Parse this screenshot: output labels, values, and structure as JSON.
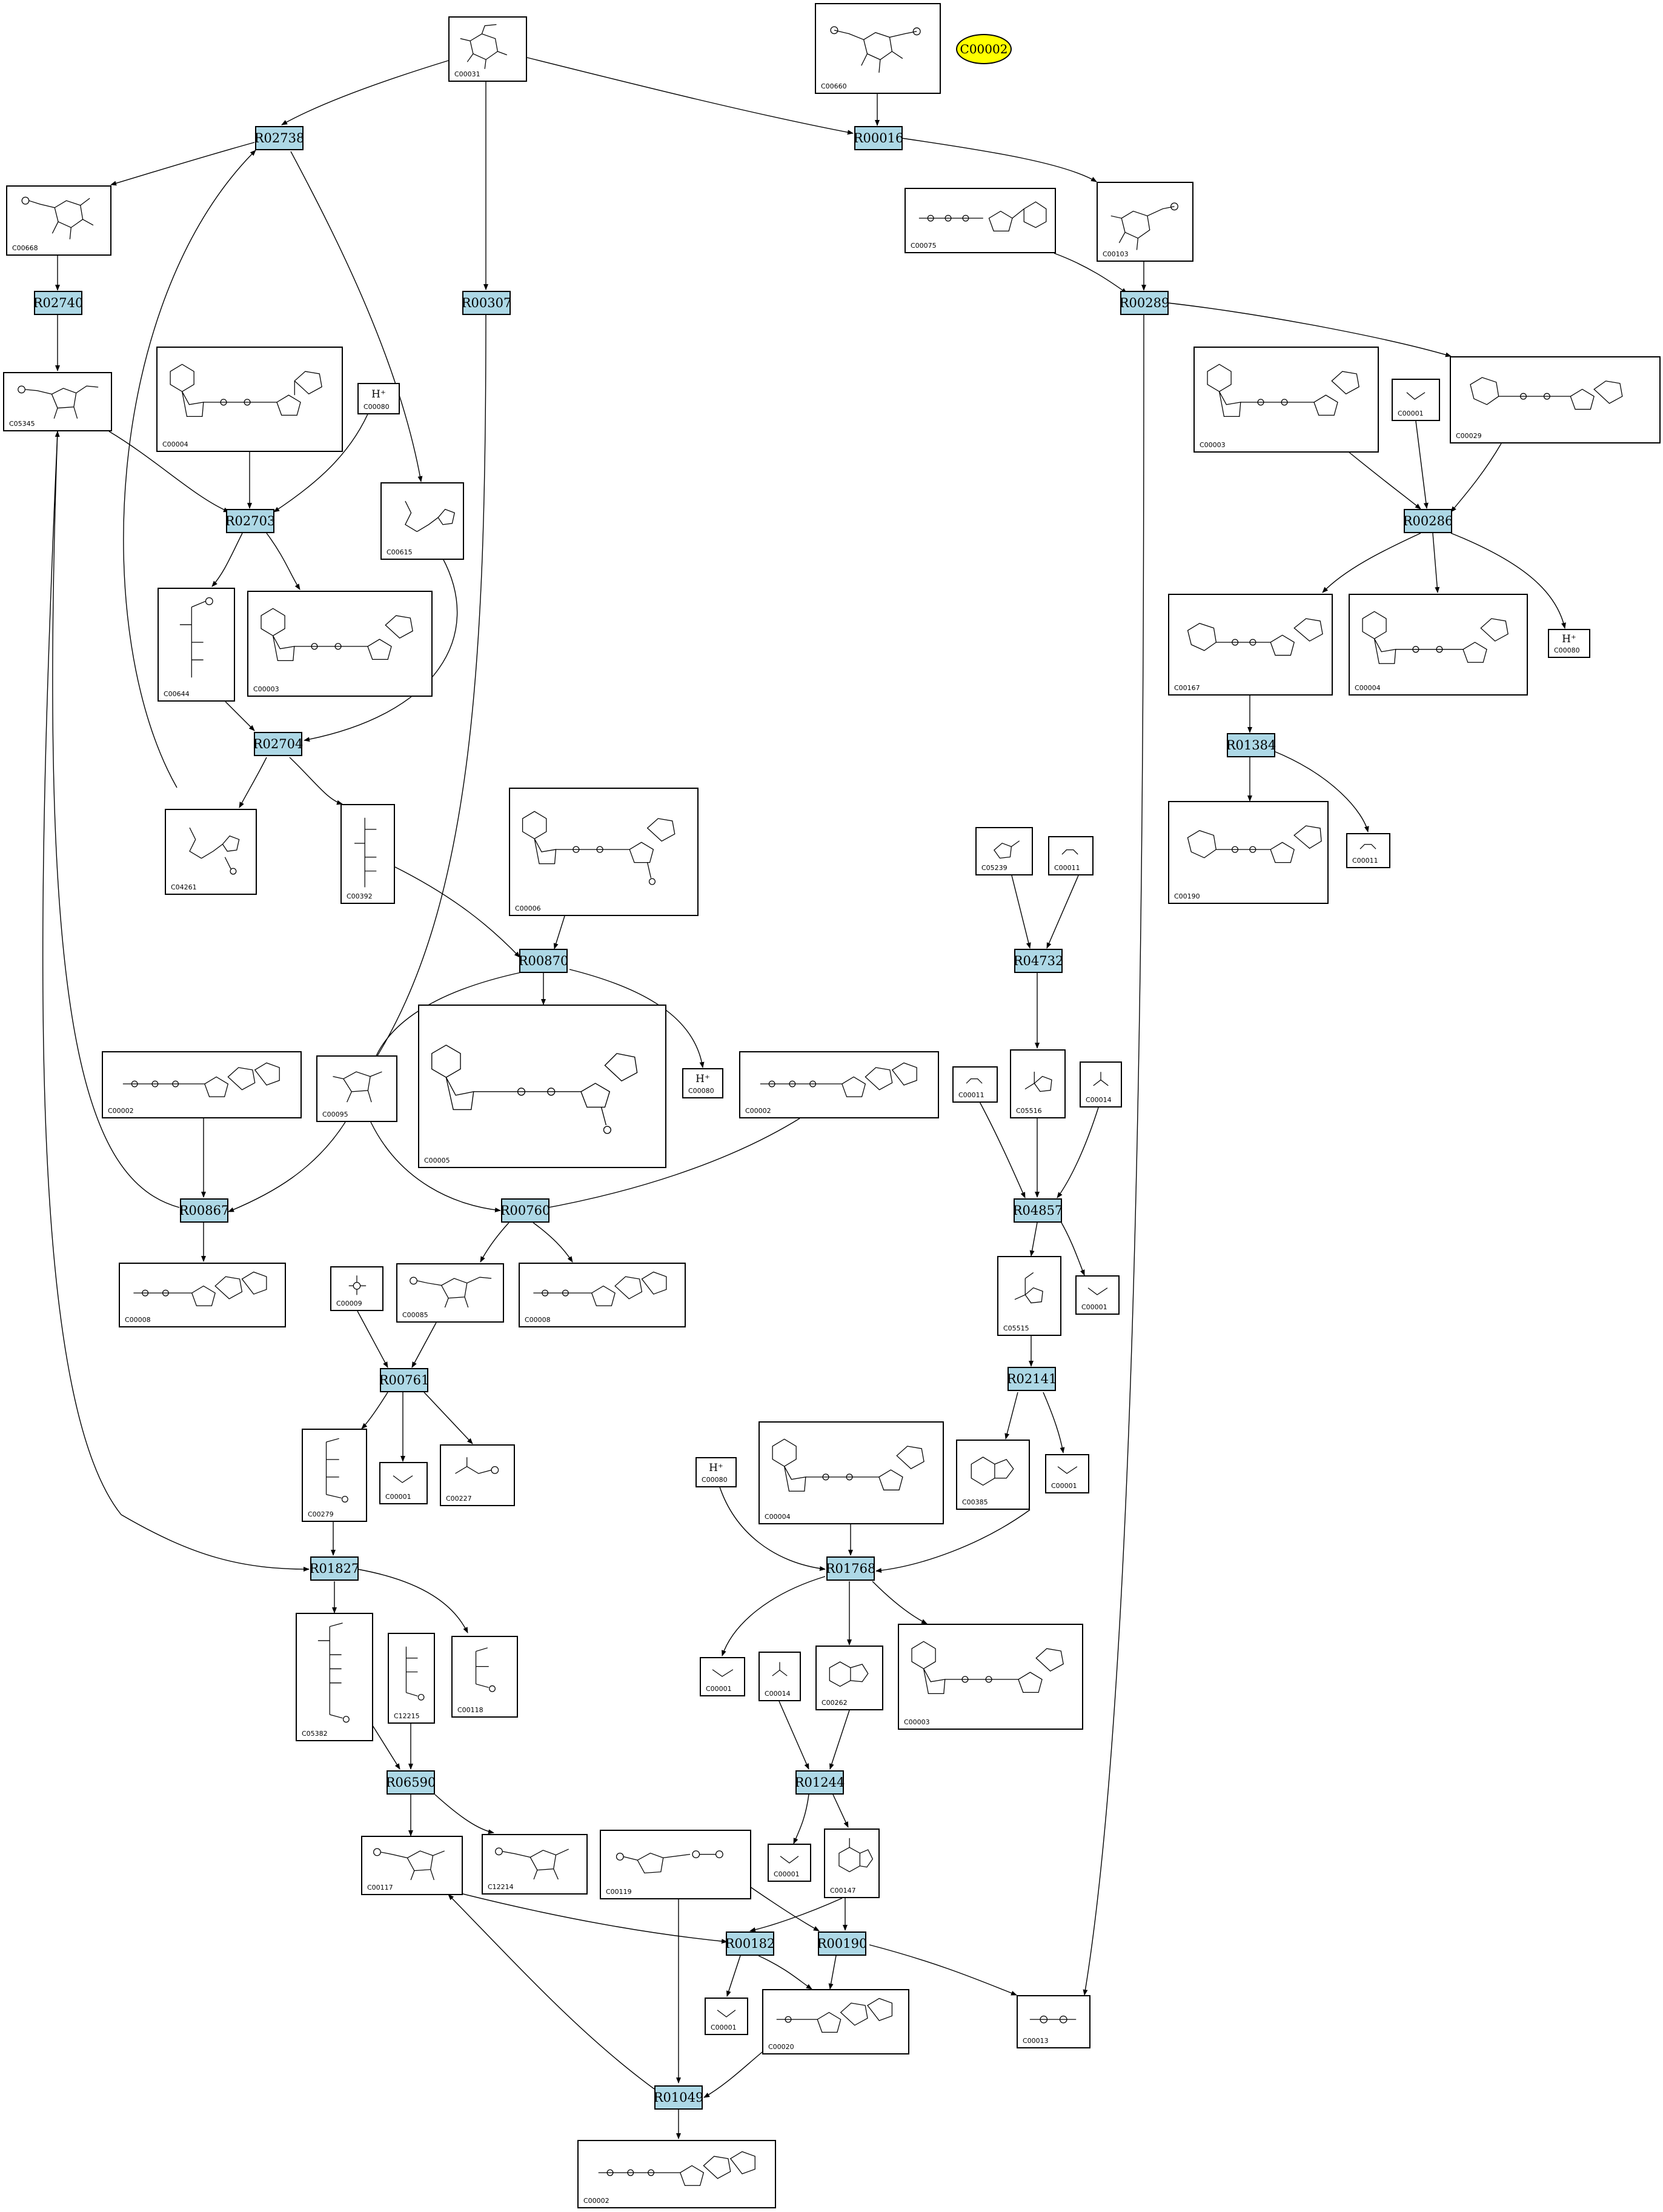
{
  "legend_node": "C00002",
  "reactions": [
    {
      "id": "R02738"
    },
    {
      "id": "R00016"
    },
    {
      "id": "R02740"
    },
    {
      "id": "R00307"
    },
    {
      "id": "R00289"
    },
    {
      "id": "R02703"
    },
    {
      "id": "R00286"
    },
    {
      "id": "R02704"
    },
    {
      "id": "R01384"
    },
    {
      "id": "R04732"
    },
    {
      "id": "R00870"
    },
    {
      "id": "R00867"
    },
    {
      "id": "R00760"
    },
    {
      "id": "R04857"
    },
    {
      "id": "R00761"
    },
    {
      "id": "R02141"
    },
    {
      "id": "R01827"
    },
    {
      "id": "R01768"
    },
    {
      "id": "R06590"
    },
    {
      "id": "R01244"
    },
    {
      "id": "R00182"
    },
    {
      "id": "R00190"
    },
    {
      "id": "R01049"
    }
  ],
  "compounds": [
    {
      "id": "C00031",
      "label": "C00031"
    },
    {
      "id": "C00660",
      "label": "C00660"
    },
    {
      "id": "C00668",
      "label": "C00668"
    },
    {
      "id": "C00075",
      "label": "C00075"
    },
    {
      "id": "C00103",
      "label": "C00103"
    },
    {
      "id": "C05345",
      "label": "C05345"
    },
    {
      "id": "C00004a",
      "label": "C00004"
    },
    {
      "id": "C00080a",
      "label": "C00080",
      "hlabel": "H⁺"
    },
    {
      "id": "C00003b",
      "label": "C00003"
    },
    {
      "id": "C00001a",
      "label": "C00001"
    },
    {
      "id": "C00029",
      "label": "C00029"
    },
    {
      "id": "C00615",
      "label": "C00615"
    },
    {
      "id": "C00644",
      "label": "C00644"
    },
    {
      "id": "C00003a",
      "label": "C00003"
    },
    {
      "id": "C00167",
      "label": "C00167"
    },
    {
      "id": "C00004b",
      "label": "C00004"
    },
    {
      "id": "C00080b",
      "label": "C00080",
      "hlabel": "H⁺"
    },
    {
      "id": "C04261",
      "label": "C04261"
    },
    {
      "id": "C00392",
      "label": "C00392"
    },
    {
      "id": "C00006",
      "label": "C00006"
    },
    {
      "id": "C00190",
      "label": "C00190"
    },
    {
      "id": "C00011b",
      "label": "C00011"
    },
    {
      "id": "C05239",
      "label": "C05239"
    },
    {
      "id": "C00011a",
      "label": "C00011"
    },
    {
      "id": "C00002a",
      "label": "C00002"
    },
    {
      "id": "C00095",
      "label": "C00095"
    },
    {
      "id": "C00005",
      "label": "C00005"
    },
    {
      "id": "C00080c",
      "label": "C00080",
      "hlabel": "H⁺"
    },
    {
      "id": "C00002b",
      "label": "C00002"
    },
    {
      "id": "C00011c",
      "label": "C00011"
    },
    {
      "id": "C05516",
      "label": "C05516"
    },
    {
      "id": "C00014a",
      "label": "C00014"
    },
    {
      "id": "C00008a",
      "label": "C00008"
    },
    {
      "id": "C00009",
      "label": "C00009"
    },
    {
      "id": "C00085",
      "label": "C00085"
    },
    {
      "id": "C00008b",
      "label": "C00008"
    },
    {
      "id": "C05515",
      "label": "C05515"
    },
    {
      "id": "C00001b",
      "label": "C00001"
    },
    {
      "id": "C00279",
      "label": "C00279"
    },
    {
      "id": "C00001c",
      "label": "C00001"
    },
    {
      "id": "C00227",
      "label": "C00227"
    },
    {
      "id": "C00004c",
      "label": "C00004"
    },
    {
      "id": "C00080d",
      "label": "C00080",
      "hlabel": "H⁺"
    },
    {
      "id": "C00385",
      "label": "C00385"
    },
    {
      "id": "C00001d",
      "label": "C00001"
    },
    {
      "id": "C05382",
      "label": "C05382"
    },
    {
      "id": "C12215",
      "label": "C12215"
    },
    {
      "id": "C00118",
      "label": "C00118"
    },
    {
      "id": "C00001e",
      "label": "C00001"
    },
    {
      "id": "C00014b",
      "label": "C00014"
    },
    {
      "id": "C00262",
      "label": "C00262"
    },
    {
      "id": "C00003c",
      "label": "C00003"
    },
    {
      "id": "C00117",
      "label": "C00117"
    },
    {
      "id": "C12214",
      "label": "C12214"
    },
    {
      "id": "C00119",
      "label": "C00119"
    },
    {
      "id": "C00001f",
      "label": "C00001"
    },
    {
      "id": "C00147",
      "label": "C00147"
    },
    {
      "id": "C00001g",
      "label": "C00001"
    },
    {
      "id": "C00020",
      "label": "C00020"
    },
    {
      "id": "C00013",
      "label": "C00013"
    },
    {
      "id": "C00002c",
      "label": "C00002"
    }
  ]
}
